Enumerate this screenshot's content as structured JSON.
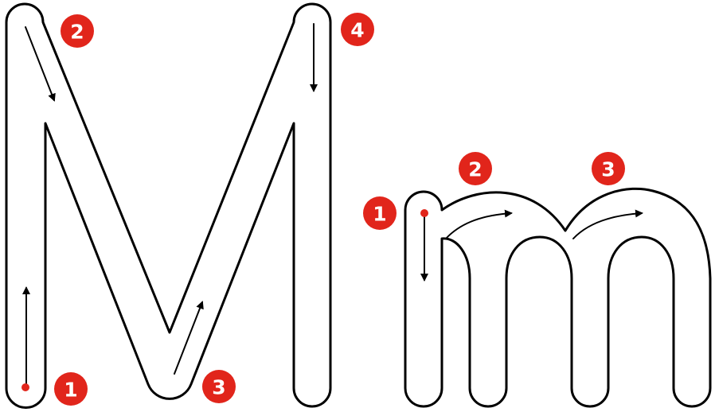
{
  "colors": {
    "outline": "#000000",
    "fill": "#ffffff",
    "badge": "#e1251b",
    "start_dot": "#e1251b",
    "badge_text": "#ffffff"
  },
  "uppercase": {
    "steps": [
      {
        "label": "1"
      },
      {
        "label": "2"
      },
      {
        "label": "3"
      },
      {
        "label": "4"
      }
    ]
  },
  "lowercase": {
    "steps": [
      {
        "label": "1"
      },
      {
        "label": "2"
      },
      {
        "label": "3"
      }
    ]
  }
}
